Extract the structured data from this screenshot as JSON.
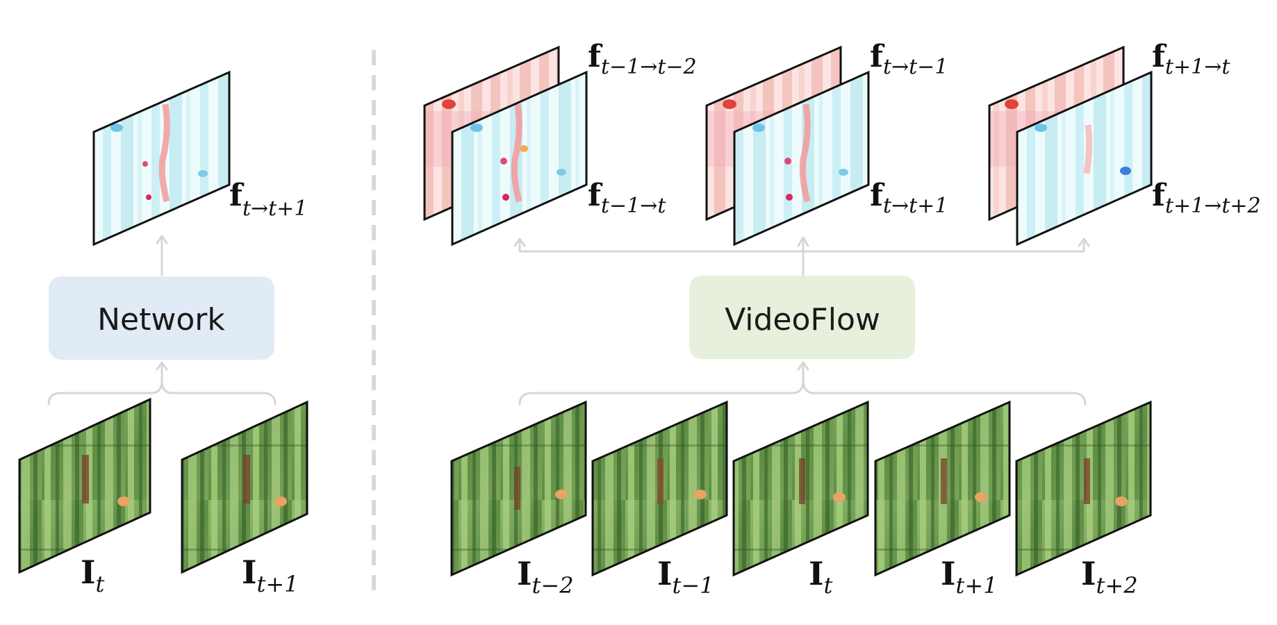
{
  "left_panel": {
    "box_label": "Network",
    "box_color": "#e1ebf5",
    "output_label": {
      "base": "f",
      "sub": "t→t+1"
    },
    "input_labels": [
      {
        "base": "I",
        "sub": "t"
      },
      {
        "base": "I",
        "sub": "t+1"
      }
    ]
  },
  "right_panel": {
    "box_label": "VideoFlow",
    "box_color": "#e6f0dc",
    "flow_pairs": [
      {
        "back_label": {
          "base": "f",
          "sub": "t−1→t−2"
        },
        "front_label": {
          "base": "f",
          "sub": "t−1→t"
        }
      },
      {
        "back_label": {
          "base": "f",
          "sub": "t→t−1"
        },
        "front_label": {
          "base": "f",
          "sub": "t→t+1"
        }
      },
      {
        "back_label": {
          "base": "f",
          "sub": "t+1→t"
        },
        "front_label": {
          "base": "f",
          "sub": "t+1→t+2"
        }
      }
    ],
    "input_labels": [
      {
        "base": "I",
        "sub": "t−2"
      },
      {
        "base": "I",
        "sub": "t−1"
      },
      {
        "base": "I",
        "sub": "t"
      },
      {
        "base": "I",
        "sub": "t+1"
      },
      {
        "base": "I",
        "sub": "t+2"
      }
    ]
  },
  "colors": {
    "connector": "#d6d6d6",
    "divider": "#d9d9d9",
    "flow_backward_tint": "#f4c9c6",
    "flow_forward_tint": "#dff5f8",
    "video_frame_green": "#6a9a4a"
  }
}
